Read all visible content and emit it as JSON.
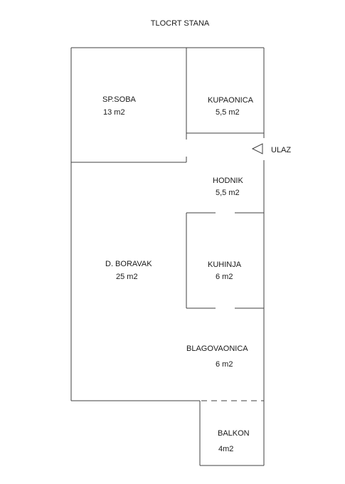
{
  "title": "TLOCRT STANA",
  "entrance_label": "ULAZ",
  "rooms": [
    {
      "name": "SP.SOBA",
      "area": "13 m2"
    },
    {
      "name": "KUPAONICA",
      "area": "5,5 m2"
    },
    {
      "name": "HODNIK",
      "area": "5,5 m2"
    },
    {
      "name": "D. BORAVAK",
      "area": "25 m2"
    },
    {
      "name": "KUHINJA",
      "area": "6 m2"
    },
    {
      "name": "BLAGOVAONICA",
      "area": "6 m2"
    },
    {
      "name": "BALKON",
      "area": "4m2"
    }
  ]
}
